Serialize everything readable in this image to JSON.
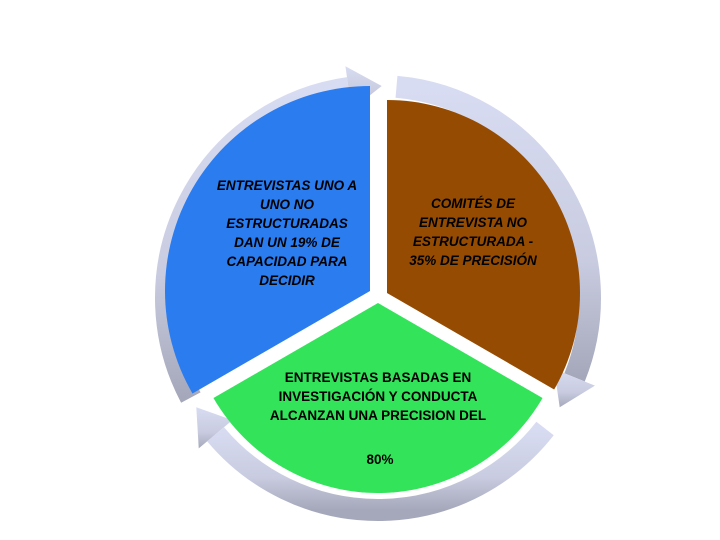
{
  "diagram": {
    "type": "cycle",
    "segments": [
      {
        "id": "blue",
        "text": "ENTREVISTAS UNO A UNO NO ESTRUCTURADAS DAN UN 19% DE CAPACIDAD PARA DECIDIR",
        "color": "#2a7cef"
      },
      {
        "id": "brown",
        "text": "COMITÉS DE ENTREVISTA NO ESTRUCTURADA  - 35% DE PRECISIÓN",
        "color": "#954c02"
      },
      {
        "id": "green",
        "text": "ENTREVISTAS BASADAS EN INVESTIGACIÓN Y CONDUCTA ALCANZAN UNA PRECISION DEL",
        "value": "80%",
        "color": "#33e35a"
      }
    ],
    "ring_color_light": "#d6daf0",
    "ring_color_dark": "#a8abbd"
  }
}
